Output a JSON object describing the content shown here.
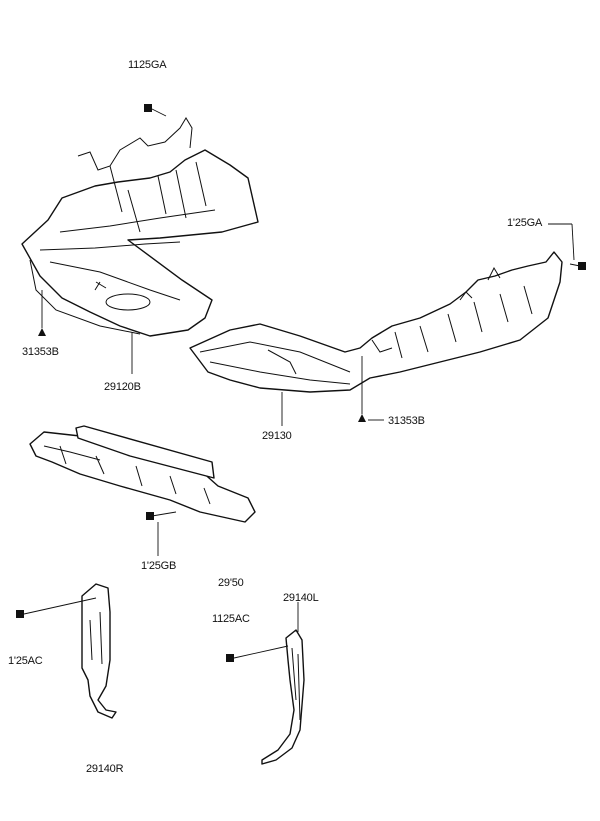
{
  "callouts": {
    "bolt_top": "1125GA",
    "bolt_right": "1'25GA",
    "bolt_left_marker": "31353B",
    "bolt_right_marker": "31353B",
    "cover_left": "29120B",
    "cover_center": "29130",
    "bolt_middle": "1'25GB",
    "bracket_group": "29'50",
    "bracket_left_code": "29140L",
    "bolt_lower_right": "1125AC",
    "bolt_lower_left": "1'25AC",
    "bracket_right_code": "29140R"
  }
}
